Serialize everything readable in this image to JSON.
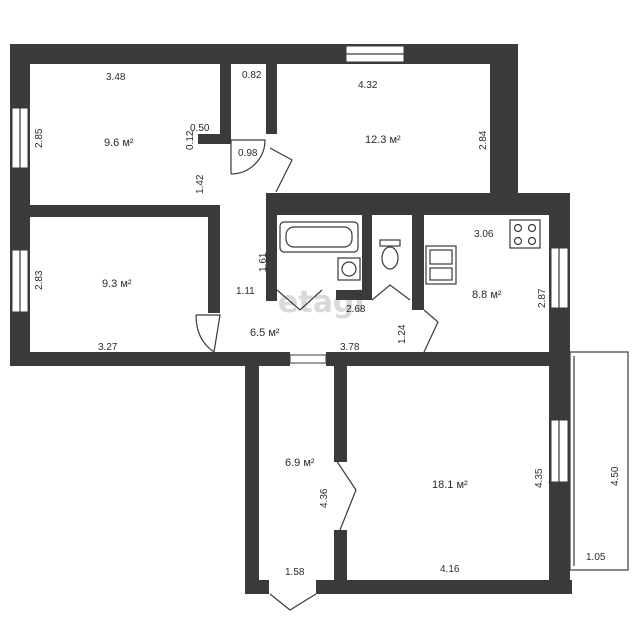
{
  "watermark": "etagi",
  "rooms": [
    {
      "id": "bedroom-nw",
      "area": "9.6 м²"
    },
    {
      "id": "living-ne",
      "area": "12.3 м²"
    },
    {
      "id": "bedroom-w",
      "area": "9.3 м²"
    },
    {
      "id": "hall",
      "area": "6.5 м²"
    },
    {
      "id": "kitchen",
      "area": "8.8 м²"
    },
    {
      "id": "room-sw",
      "area": "6.9 м²"
    },
    {
      "id": "living-se",
      "area": "18.1 м²"
    }
  ],
  "dimensions": {
    "nw_top": "3.48",
    "nw_left": "2.85",
    "closet_top": "0.82",
    "closet_notch_w": "0.50",
    "closet_notch_h": "0.12",
    "closet_door": "0.98",
    "corridor_upper": "1.42",
    "ne_top": "4.32",
    "ne_right": "2.84",
    "w_left": "2.83",
    "w_bottom": "3.27",
    "hall_left_h": "1.61",
    "hall_w": "1.11",
    "bath_w": "2.68",
    "hall_bottom": "3.78",
    "wc_h": "1.24",
    "kitchen_top": "3.06",
    "kitchen_right": "2.87",
    "sw_height": "4.36",
    "sw_bottom": "1.58",
    "se_height": "4.35",
    "se_bottom": "4.16",
    "balcony_len": "4.50",
    "balcony_w": "1.05"
  }
}
